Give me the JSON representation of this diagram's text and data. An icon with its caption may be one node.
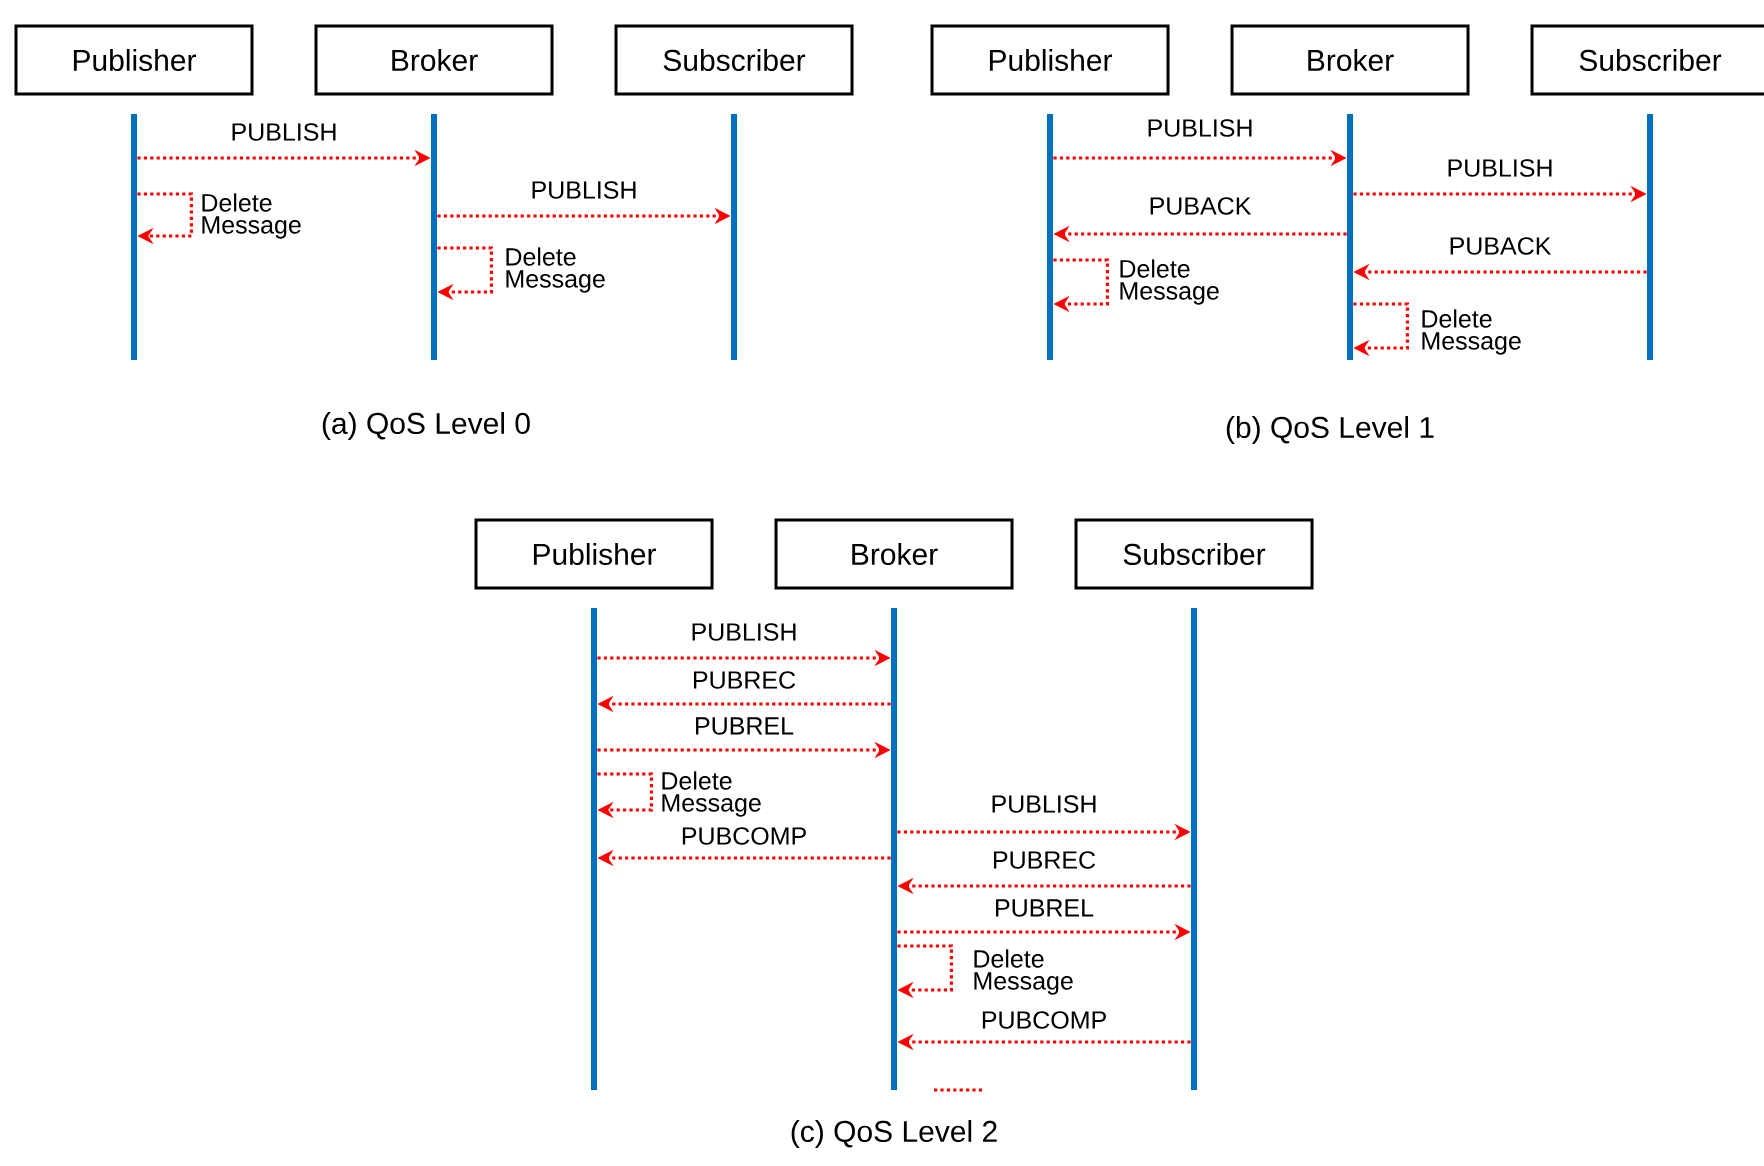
{
  "diagram": {
    "nodes": [
      {
        "text": [
          "Publisher"
        ]
      },
      {
        "text": [
          "Broker"
        ]
      },
      {
        "text": [
          "Subscriber"
        ]
      },
      {
        "text": [],
        "shape": "bar"
      },
      {
        "text": [],
        "shape": "bar"
      },
      {
        "text": [],
        "shape": "bar"
      },
      {
        "text": [
          "Publisher"
        ]
      },
      {
        "text": [
          "Broker"
        ]
      },
      {
        "text": [
          "Subscriber"
        ]
      },
      {
        "text": [],
        "shape": "bar"
      },
      {
        "text": [],
        "shape": "bar"
      },
      {
        "text": [],
        "shape": "bar"
      },
      {
        "text": [
          "Publisher"
        ]
      },
      {
        "text": [
          "Broker"
        ]
      },
      {
        "text": [
          "Subscriber"
        ]
      },
      {
        "text": [],
        "shape": "bar"
      },
      {
        "text": [],
        "shape": "bar"
      },
      {
        "text": [],
        "shape": "bar"
      }
    ],
    "edges": [
      {
        "from": 3,
        "to": 4,
        "arrow": "to",
        "label": "PUBLISH"
      },
      {
        "from": 3,
        "to": 3,
        "arrow": "to",
        "label": "Delete Message"
      },
      {
        "from": 4,
        "to": 5,
        "arrow": "to",
        "label": "PUBLISH"
      },
      {
        "from": 4,
        "to": 4,
        "arrow": "to",
        "label": "Delete Message"
      },
      {
        "from": 9,
        "to": 10,
        "arrow": "to",
        "label": "PUBLISH"
      },
      {
        "from": 10,
        "to": 11,
        "arrow": "to",
        "label": "PUBLISH"
      },
      {
        "from": 10,
        "to": 9,
        "arrow": "to",
        "label": "PUBACK"
      },
      {
        "from": 9,
        "to": 9,
        "arrow": "to",
        "label": "Delete Message"
      },
      {
        "from": 11,
        "to": 10,
        "arrow": "to",
        "label": "PUBACK"
      },
      {
        "from": 10,
        "to": 10,
        "arrow": "to",
        "label": "Delete Message"
      },
      {
        "from": 15,
        "to": 16,
        "arrow": "to",
        "label": "PUBLISH"
      },
      {
        "from": 16,
        "to": 15,
        "arrow": "to",
        "label": "PUBREC"
      },
      {
        "from": 15,
        "to": 16,
        "arrow": "to",
        "label": "PUBREL"
      },
      {
        "from": 15,
        "to": 15,
        "arrow": "to",
        "label": "Delete Message"
      },
      {
        "from": 16,
        "to": 17,
        "arrow": "to",
        "label": "PUBLISH"
      },
      {
        "from": 16,
        "to": 15,
        "arrow": "to",
        "label": "PUBCOMP"
      },
      {
        "from": 17,
        "to": 16,
        "arrow": "to",
        "label": "PUBREC"
      },
      {
        "from": 16,
        "to": 17,
        "arrow": "to",
        "label": "PUBREL"
      },
      {
        "from": 16,
        "to": 16,
        "arrow": "to",
        "label": "Delete Message"
      },
      {
        "from": 17,
        "to": 16,
        "arrow": "to",
        "label": "PUBCOMP"
      }
    ],
    "labels": [
      "(a) QoS Level 0",
      "(b) QoS Level 1",
      "(c) QoS Level 2"
    ]
  }
}
